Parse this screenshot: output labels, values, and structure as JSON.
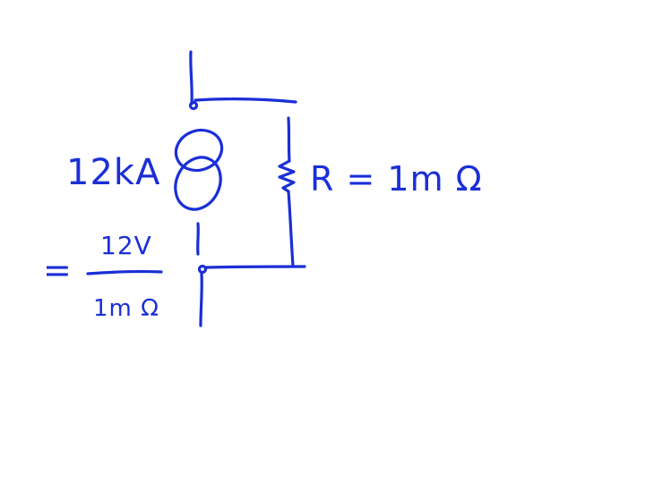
{
  "ink_color": "#1a2fd6",
  "background": "#ffffff",
  "labels": {
    "current_source": "12kA",
    "resistor": "R = 1m Ω",
    "equals": "=",
    "numerator": "12V",
    "denominator": "1m Ω"
  },
  "components": {
    "source": "current-source",
    "load": "resistor"
  }
}
